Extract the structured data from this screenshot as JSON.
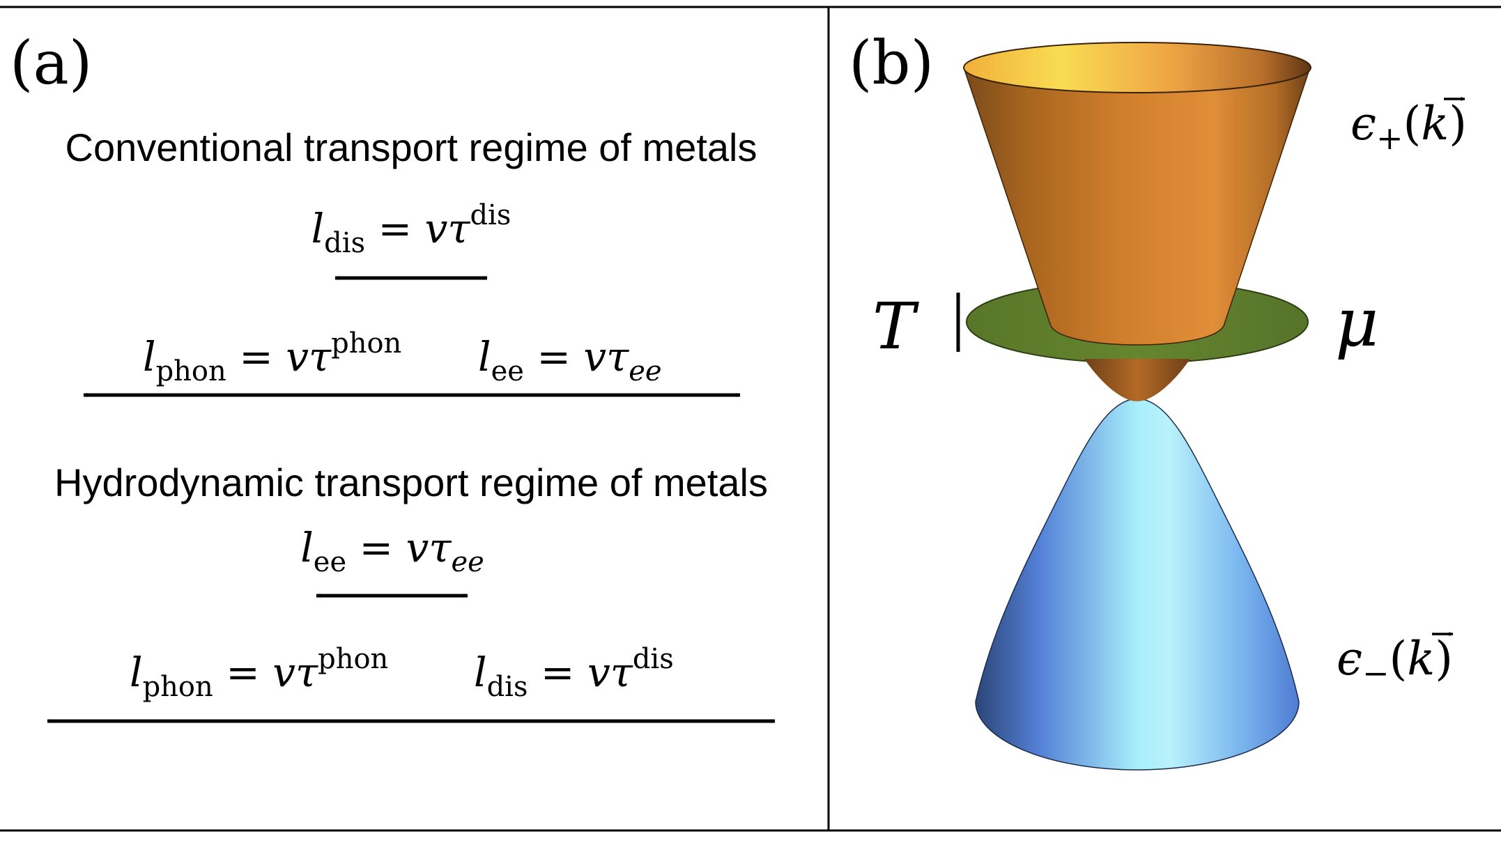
{
  "panel_a": {
    "label": "(a)",
    "conventional": {
      "heading": "Conventional transport regime of metals",
      "short_length": {
        "sym": "l",
        "sub": "dis",
        "eq": " = vτ",
        "sup": "dis"
      },
      "long_left": {
        "sym": "l",
        "sub": "phon",
        "eq": " = vτ",
        "sup": "phon"
      },
      "long_right": {
        "sym": "l",
        "sub": "ee",
        "eq": " = vτ",
        "sub2": "ee"
      }
    },
    "hydrodynamic": {
      "heading": "Hydrodynamic transport regime of metals",
      "short_length": {
        "sym": "l",
        "sub": "ee",
        "eq": " = vτ",
        "sub2": "ee"
      },
      "long_left": {
        "sym": "l",
        "sub": "phon",
        "eq": " = vτ",
        "sup": "phon"
      },
      "long_right": {
        "sym": "l",
        "sub": "dis",
        "eq": " = vτ",
        "sup": "dis"
      }
    }
  },
  "panel_b": {
    "label": "(b)",
    "upper_band": {
      "sym": "ϵ",
      "sub": "+",
      "arg_open": "(",
      "k": "k",
      "arg_close": ")"
    },
    "lower_band": {
      "sym": "ϵ",
      "sub": "−",
      "arg_open": "(",
      "k": "k",
      "arg_close": ")"
    },
    "temperature": "T",
    "chemical_potential": "μ",
    "colors": {
      "upper_band": "#d8842f",
      "upper_band_rim": "#f6d24a",
      "lower_band": "#78a8f0",
      "lower_band_highlight": "#bff3fb",
      "fermi_disk": "#5e7e2e"
    }
  }
}
